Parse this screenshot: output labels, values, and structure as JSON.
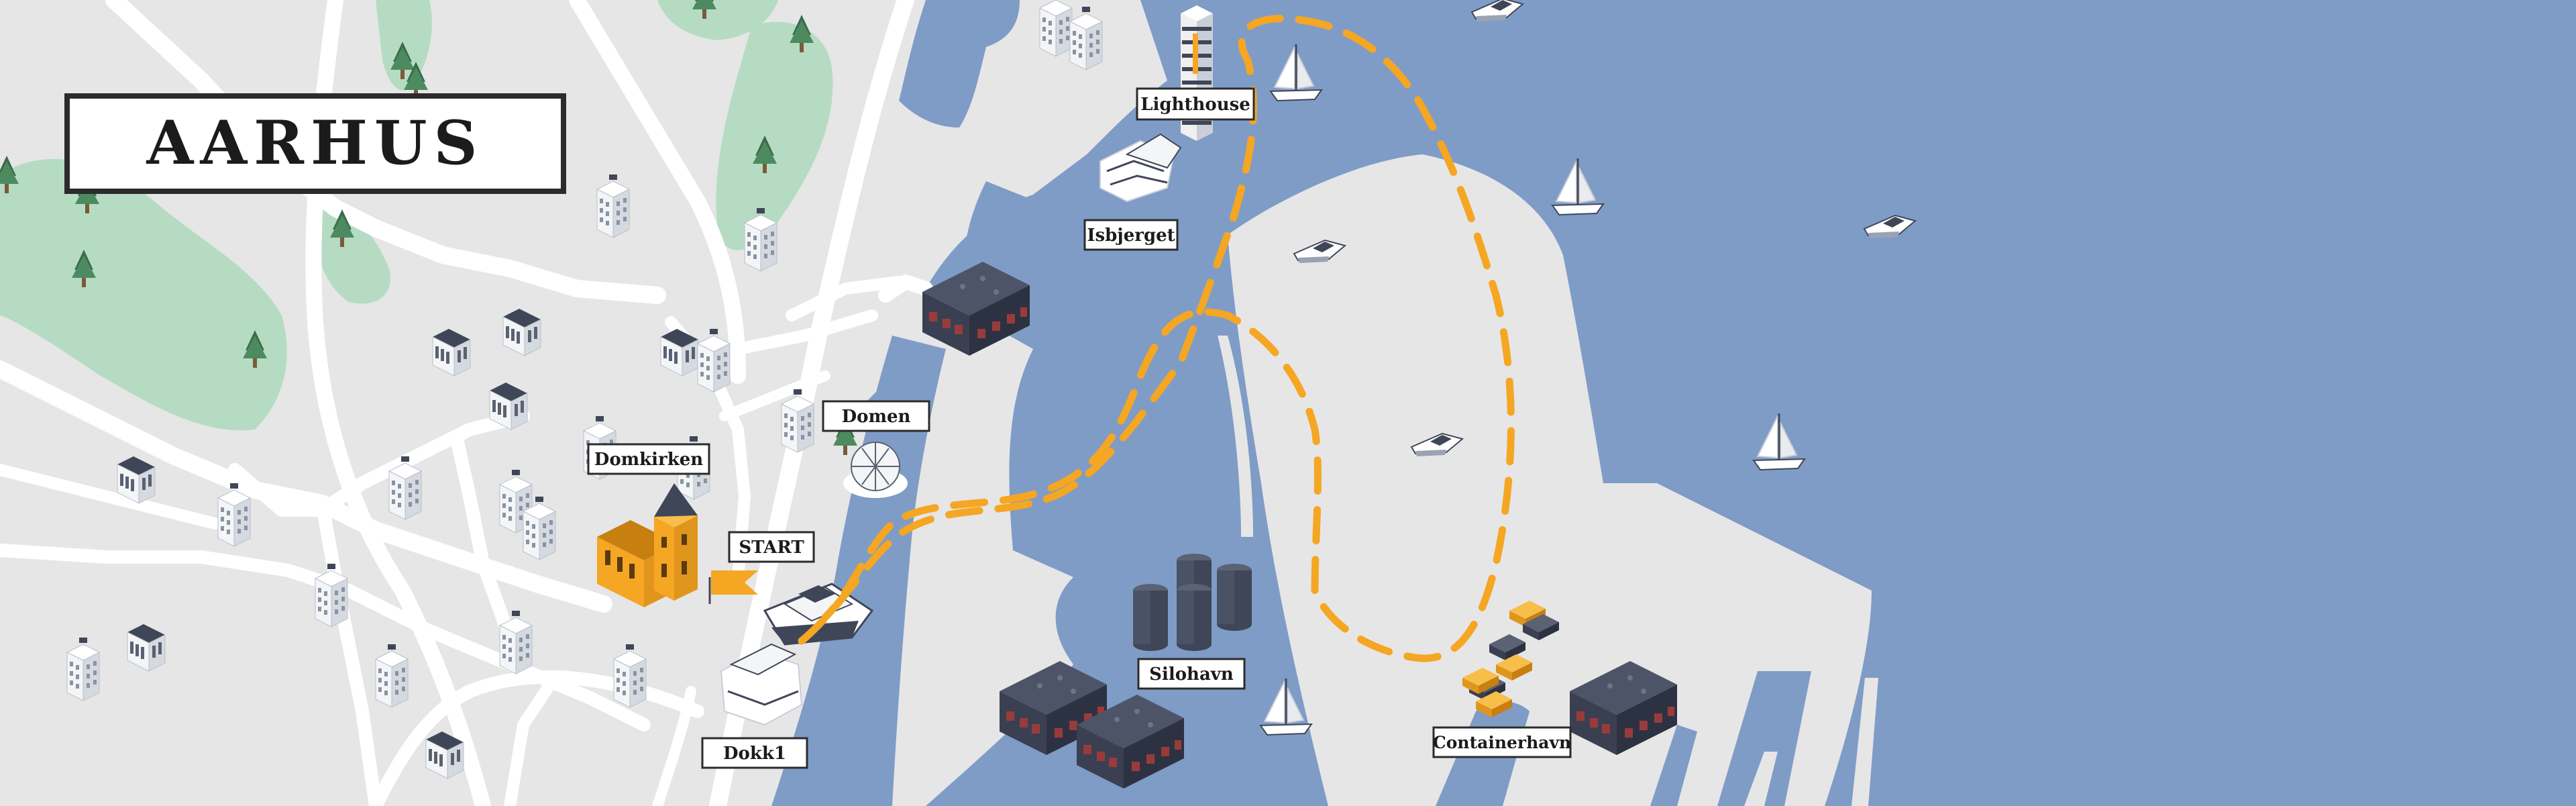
{
  "map": {
    "title": "AARHUS",
    "colors": {
      "land": "#e6e6e6",
      "water": "#7f9cc7",
      "park": "#b5dcc2",
      "road": "#ffffff",
      "route": "#f5a623",
      "building_dark": "#3f4658",
      "church": "#f5a623"
    },
    "places": {
      "lighthouse": "Lighthouse",
      "isbjerget": "Isbjerget",
      "domen": "Domen",
      "domkirken": "Domkirken",
      "start": "START",
      "silohavn": "Silohavn",
      "dokk1": "Dokk1",
      "containerhavn": "Containerhavn"
    },
    "icons": {
      "sailboat": "sailboat-icon",
      "motorboat": "motorboat-icon",
      "tree": "tree-icon",
      "start_flag": "flag-icon",
      "church": "church-icon",
      "dome": "dome-icon",
      "silo": "silo-icon",
      "container": "container-icon",
      "cruise_ship": "ship-icon"
    }
  }
}
